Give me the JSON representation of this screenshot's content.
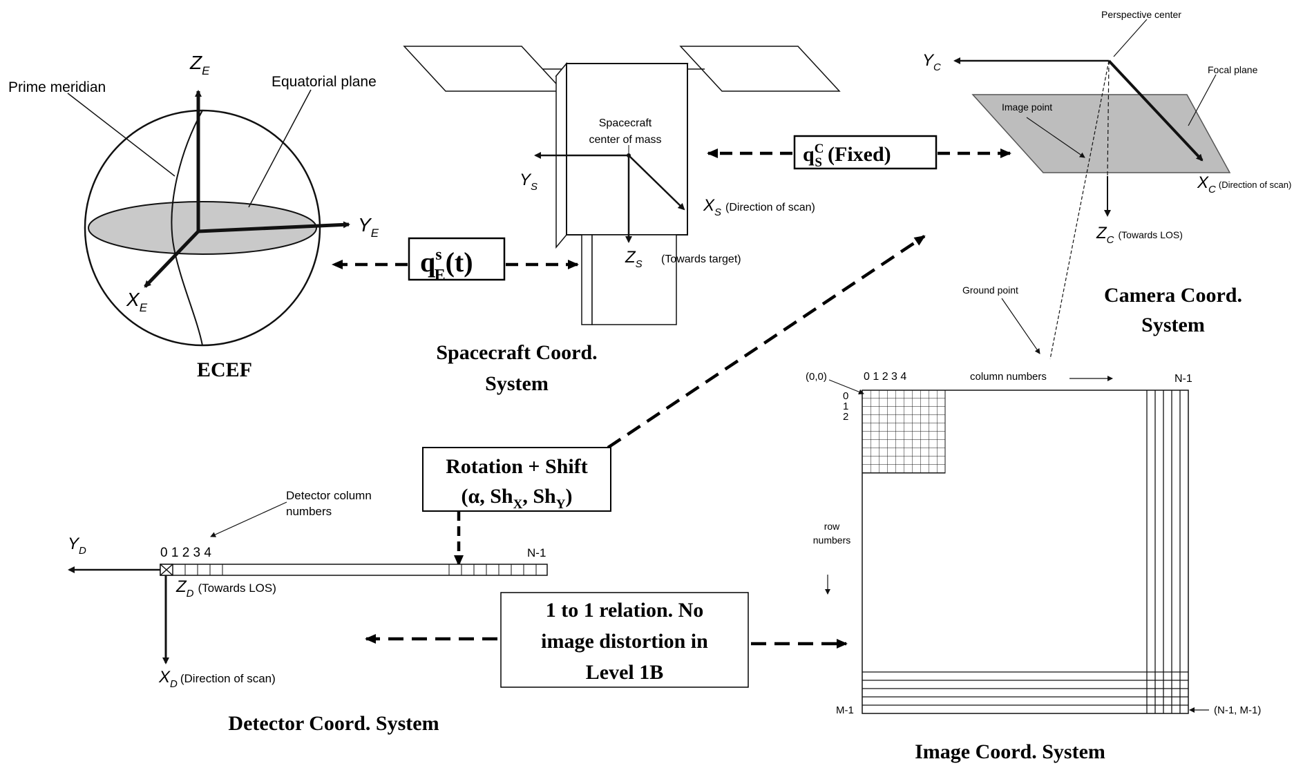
{
  "ecef": {
    "axis_z": "Z",
    "axis_z_sub": "E",
    "axis_y": "Y",
    "axis_y_sub": "E",
    "axis_x": "X",
    "axis_x_sub": "E",
    "prime_meridian": "Prime meridian",
    "equatorial_plane": "Equatorial plane",
    "title": "ECEF"
  },
  "spacecraft": {
    "center_label_1": "Spacecraft",
    "center_label_2": "center of mass",
    "axis_y": "Y",
    "axis_y_sub": "S",
    "axis_x": "X",
    "axis_x_sub": "S",
    "axis_x_note": "(Direction of scan)",
    "axis_z": "Z",
    "axis_z_sub": "S",
    "axis_z_note": "(Towards target)",
    "title_1": "Spacecraft Coord.",
    "title_2": "System"
  },
  "camera": {
    "perspective_center": "Perspective center",
    "focal_plane": "Focal plane",
    "image_point": "Image point",
    "axis_y": "Y",
    "axis_y_sub": "C",
    "axis_x": "X",
    "axis_x_sub": "C",
    "axis_x_note": "(Direction of scan)",
    "axis_z": "Z",
    "axis_z_sub": "C",
    "axis_z_note": "(Towards LOS)",
    "ground_point": "Ground point",
    "title_1": "Camera Coord.",
    "title_2": "System"
  },
  "transforms": {
    "q_es": {
      "q": "q",
      "sup": "s",
      "sub": "E",
      "arg": "(t)"
    },
    "q_cs": {
      "q": "q",
      "sup": "C",
      "sub": "S",
      "arg": "(Fixed)"
    },
    "rotation_line1": "Rotation + Shift",
    "rotation_open": "(α, Sh",
    "rotation_subx": "X",
    "rotation_mid": ", Sh",
    "rotation_suby": "Y",
    "rotation_close": ")",
    "relation_line1": "1 to 1 relation. No",
    "relation_line2": "image distortion in",
    "relation_line3": "Level 1B"
  },
  "detector": {
    "column_numbers_1": "Detector column",
    "column_numbers_2": "numbers",
    "indices": "0 1 2 3 4",
    "last_index": "N-1",
    "axis_y": "Y",
    "axis_y_sub": "D",
    "axis_z": "Z",
    "axis_z_sub": "D",
    "axis_z_note": "(Towards LOS)",
    "axis_x": "X",
    "axis_x_sub": "D",
    "axis_x_note": "(Direction of scan)",
    "title": "Detector Coord. System"
  },
  "image": {
    "origin": "(0,0)",
    "col_indices": "0 1 2 3 4",
    "column_numbers": "column numbers",
    "last_col": "N-1",
    "row_0": "0",
    "row_1": "1",
    "row_2": "2",
    "row_numbers_1": "row",
    "row_numbers_2": "numbers",
    "last_row": "M-1",
    "corner": "(N-1, M-1)",
    "title": "Image Coord. System"
  }
}
